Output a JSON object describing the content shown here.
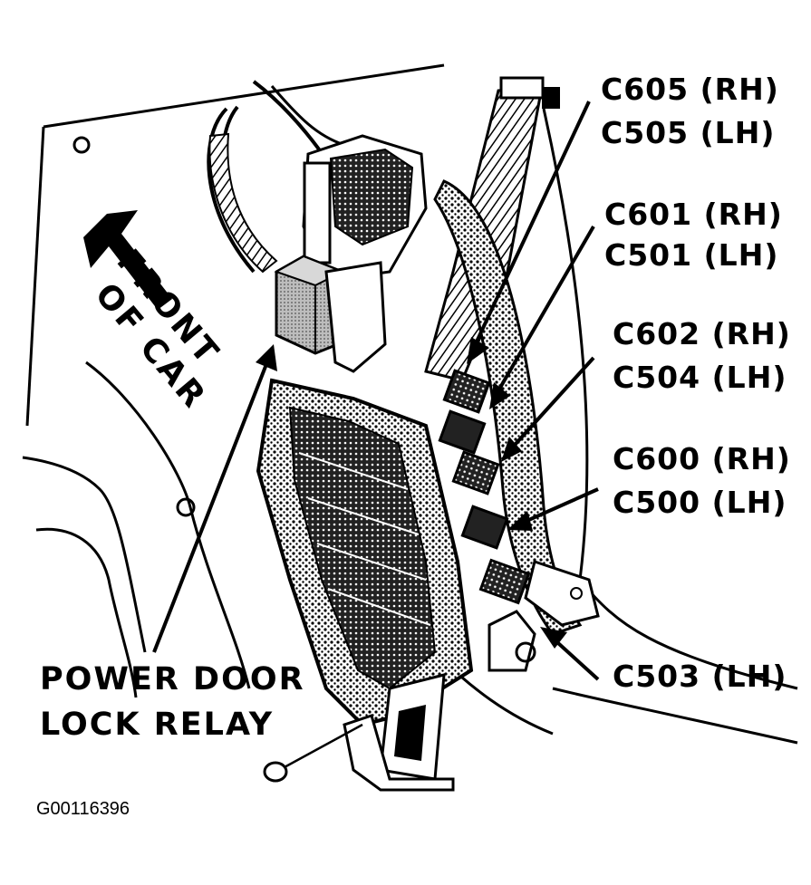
{
  "connector_labels": [
    "C605 (RH)",
    "C505 (LH)",
    "C601 (RH)",
    "C501 (LH)",
    "C602 (RH)",
    "C504 (LH)",
    "C600 (RH)",
    "C500 (LH)",
    "C503 (LH)"
  ],
  "relay_label_line1": "POWER DOOR",
  "relay_label_line2": "LOCK RELAY",
  "direction_label_line1": "FRONT",
  "direction_label_line2": "OF CAR",
  "figure_id": "G00116396",
  "colors": {
    "ink": "#000000",
    "paper": "#ffffff",
    "shade": "#9a9a9a"
  }
}
